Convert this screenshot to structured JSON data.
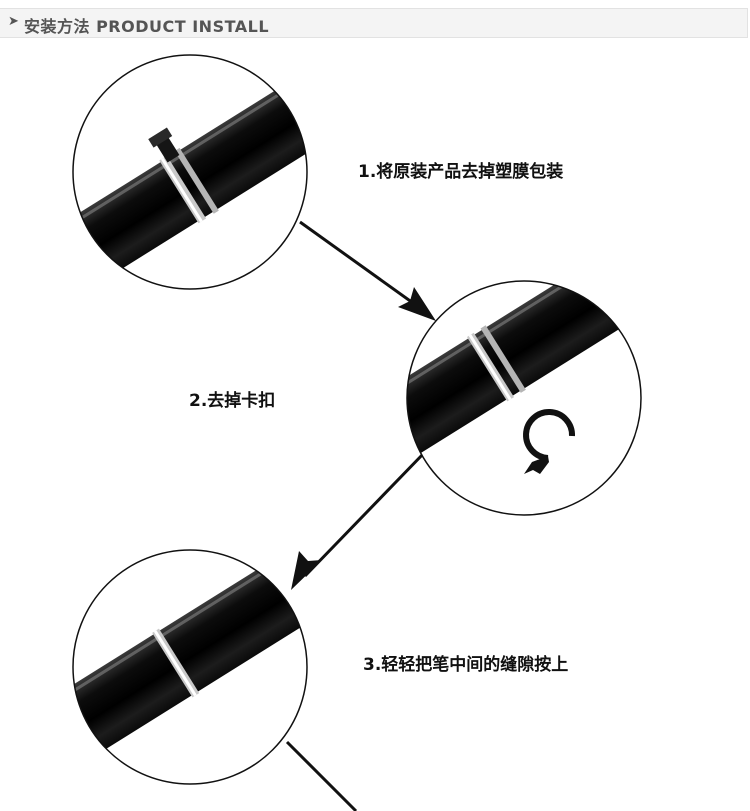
{
  "header": {
    "arrow": "➤",
    "title": "安装方法 PRODUCT INSTALL"
  },
  "steps": [
    {
      "label": "1.将原装产品去掉塑膜包装"
    },
    {
      "label": "2.去掉卡扣"
    },
    {
      "label": "3.轻轻把笔中间的缝隙按上"
    }
  ],
  "icons": [
    "arrow-right-icon",
    "pen-image",
    "clip-image",
    "connector-arrow"
  ]
}
